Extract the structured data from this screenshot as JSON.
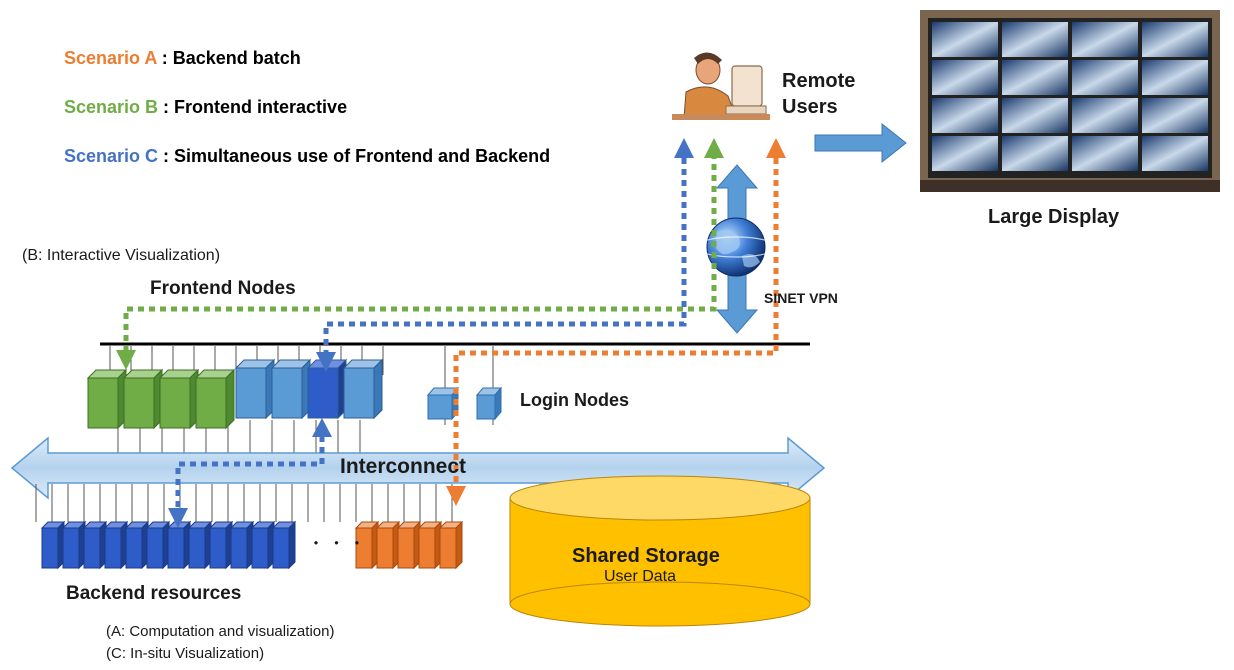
{
  "colors": {
    "scenario_a": "#ED7D31",
    "scenario_b": "#70AD47",
    "scenario_c": "#4472C4",
    "frontend_green": "#70AD47",
    "frontend_blue": "#5B9BD5",
    "backend_blue": "#2E5CC8",
    "backend_orange": "#ED7D31",
    "storage": "#FFC000",
    "interconnect": "#BDD7EE"
  },
  "legend": [
    {
      "key": "Scenario A",
      "sep": " : ",
      "text": "Backend batch"
    },
    {
      "key": "Scenario B",
      "sep": " : ",
      "text": "Frontend interactive"
    },
    {
      "key": "Scenario C",
      "sep": " : ",
      "text": "Simultaneous use of Frontend and Backend"
    }
  ],
  "labels": {
    "remote_users": "Remote\nUsers",
    "large_display": "Large Display",
    "interactive_note": "(B: Interactive Visualization)",
    "frontend_nodes": "Frontend Nodes",
    "sinet_vpn": "SINET VPN",
    "login_nodes": "Login Nodes",
    "interconnect": "Interconnect",
    "ellipsis": "・ ・ ・",
    "shared_storage": "Shared Storage",
    "user_data": "User Data",
    "backend_resources": "Backend resources",
    "note_a": "(A: Computation and visualization)",
    "note_c": "(C: In-situ Visualization)"
  },
  "icons": [
    "user-at-computer-icon",
    "globe-network-icon",
    "large-display-photo"
  ]
}
